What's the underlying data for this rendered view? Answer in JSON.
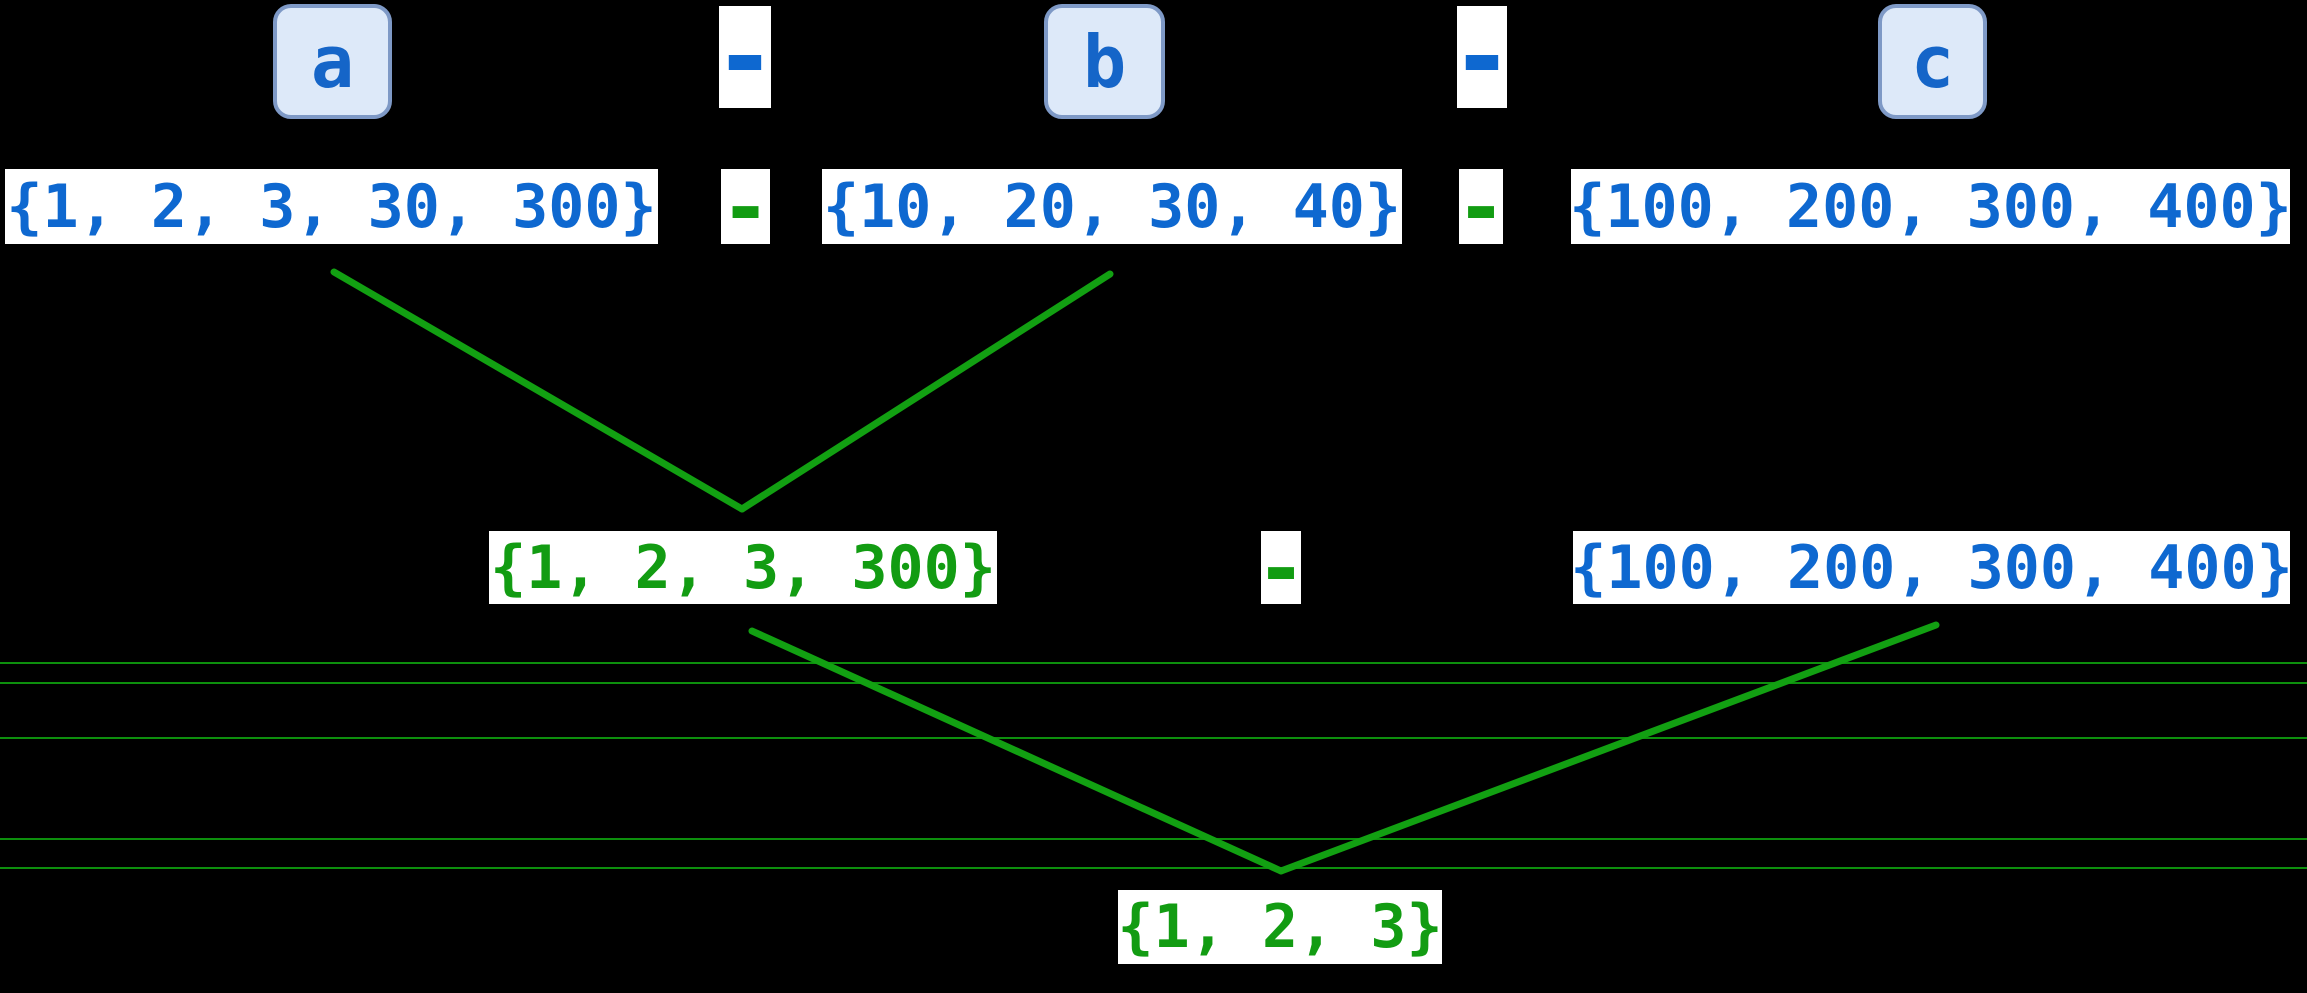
{
  "diagram": {
    "variables": [
      "a",
      "b",
      "c"
    ],
    "operator": "-",
    "sets": [
      "{1, 2, 3, 30, 300}",
      "{10, 20, 30, 40}",
      "{100, 200, 300, 400}"
    ],
    "intermediate": {
      "result": "{1, 2, 3, 300}",
      "operand": "{100, 200, 300, 400}"
    },
    "final_result": "{1, 2, 3}"
  },
  "colors": {
    "background": "#000000",
    "set_text_blue": "#0e68d0",
    "result_text_green": "#129c12",
    "merge_line_green": "#12a012",
    "thin_rule_green": "#0d8f0d",
    "variable_box_fill": "#dde9f9",
    "variable_box_border": "#7e99c6",
    "variable_text_blue": "#1565c8",
    "cell_background": "#ffffff"
  }
}
